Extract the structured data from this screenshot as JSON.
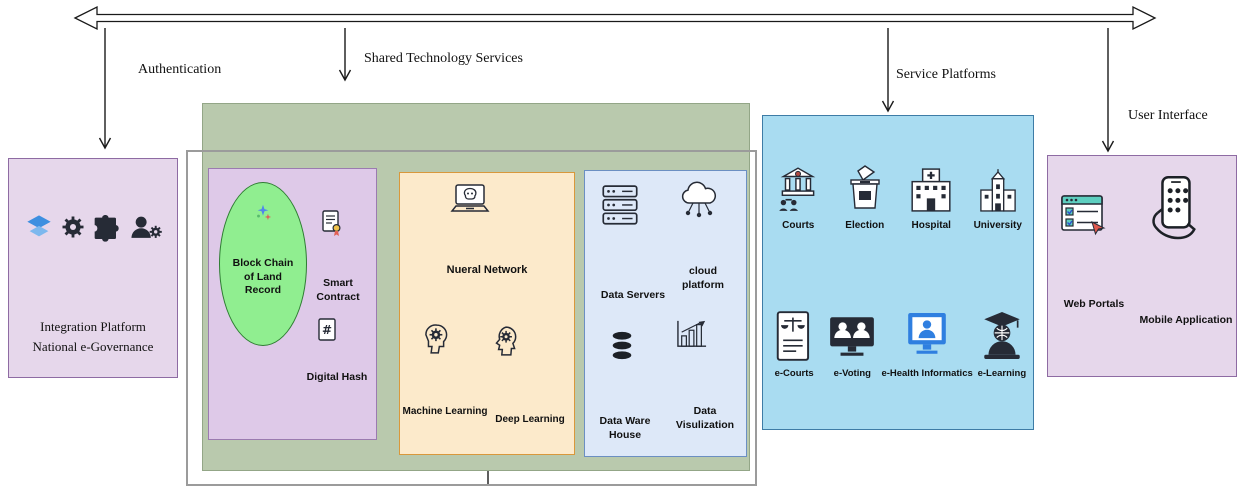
{
  "sections": {
    "authentication": "Authentication",
    "shared_technology": "Shared Technology Services",
    "service_platforms": "Service Platforms",
    "user_interface": "User Interface"
  },
  "integration_panel": {
    "title": "Integration Platform\nNational e-Governance",
    "icons": [
      "layers-icon",
      "gear-icon",
      "puzzle-icon",
      "user-gear-icon"
    ]
  },
  "blockchain_panel": {
    "ellipse_label": "Block Chain\nof Land\nRecord",
    "smart_contract_label": "Smart\nContract",
    "digital_hash_label": "Digital Hash"
  },
  "ai_panel": {
    "neural_network_label": "Nueral Network",
    "machine_learning_label": "Machine Learning",
    "deep_learning_label": "Deep Learning"
  },
  "data_panel": {
    "data_servers_label": "Data Servers",
    "cloud_platform_label": "cloud\nplatform",
    "data_warehouse_label": "Data Ware\nHouse",
    "data_visualization_label": "Data\nVisulization"
  },
  "services_panel": {
    "row1": [
      {
        "label": "Courts",
        "icon": "courts-icon"
      },
      {
        "label": "Election",
        "icon": "election-icon"
      },
      {
        "label": "Hospital",
        "icon": "hospital-icon"
      },
      {
        "label": "University",
        "icon": "university-icon"
      }
    ],
    "row2": [
      {
        "label": "e-Courts",
        "icon": "e-courts-icon"
      },
      {
        "label": "e-Voting",
        "icon": "e-voting-icon"
      },
      {
        "label": "e-Health Informatics",
        "icon": "e-health-icon"
      },
      {
        "label": "e-Learning",
        "icon": "e-learning-icon"
      }
    ]
  },
  "ui_panel": {
    "web_portals_label": "Web Portals",
    "mobile_application_label": "Mobile Application",
    "icons": [
      "browser-icon",
      "mobile-hand-icon"
    ]
  },
  "colors": {
    "lavender": "#e6d7eb",
    "sage": "#b9c9ad",
    "purple_inner": "#dec9e8",
    "ellipse_green": "#90ee90",
    "orange": "#fceacb",
    "data_blue": "#dde8f8",
    "services_blue": "#a9dcf1"
  }
}
